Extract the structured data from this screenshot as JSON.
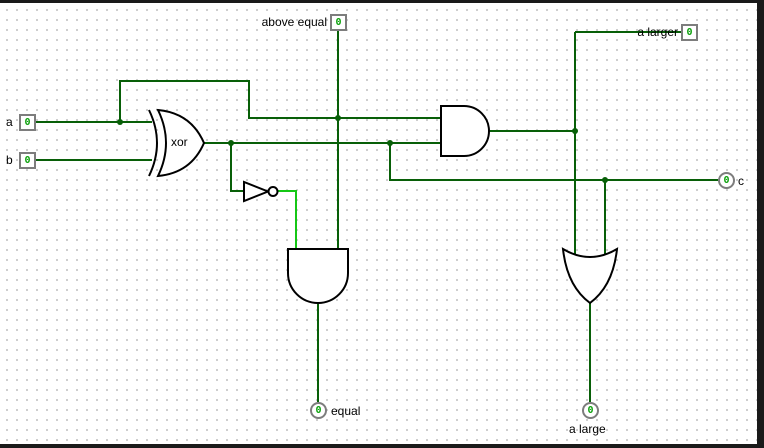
{
  "pins": {
    "a": {
      "label": "a",
      "value": "0"
    },
    "b": {
      "label": "b",
      "value": "0"
    },
    "above_equal": {
      "label": "above equal",
      "value": "0"
    },
    "a_larger": {
      "label": "a larger",
      "value": "0"
    },
    "c": {
      "label": "c",
      "value": "0"
    },
    "equal": {
      "label": "equal",
      "value": "0"
    },
    "a_large": {
      "label": "a large",
      "value": "0"
    }
  },
  "gates": {
    "xor": {
      "label": "xor"
    }
  },
  "colors": {
    "wire_low": "#085f08",
    "wire_high": "#15c715",
    "gate_stroke": "#000000",
    "pin_border": "#7d7d7d",
    "pin_value": "#0aa00a"
  }
}
